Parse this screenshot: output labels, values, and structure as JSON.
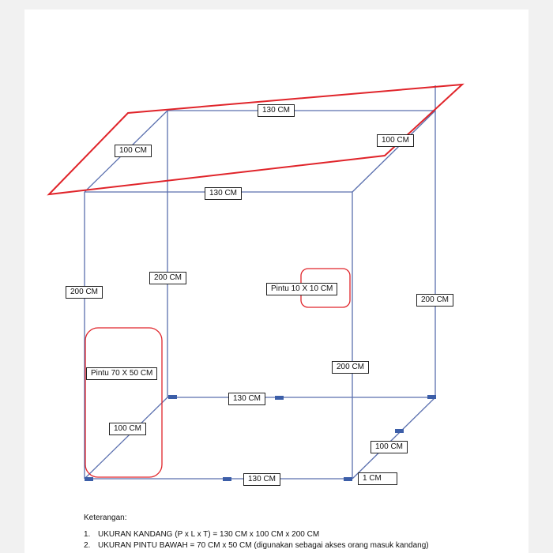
{
  "colors": {
    "frame": "#5a6fae",
    "roof": "#e0242a",
    "door": "#e0242a",
    "joint": "#3c5ea8"
  },
  "labels": {
    "roof_top": "130 CM",
    "roof_left": "100 CM",
    "roof_right": "100 CM",
    "top_front": "130 CM",
    "left_height": "200 CM",
    "back_left_height": "200 CM",
    "door_small": "Pintu 10 X 10 CM",
    "right_height": "200 CM",
    "front_right_height": "200 CM",
    "door_big": "Pintu 70 X 50 CM",
    "back_bottom": "130 CM",
    "floor_depth": "100 CM",
    "front_bottom": "130 CM",
    "side_depth": "100 CM",
    "gap": "1 CM"
  },
  "notes": {
    "title": "Keterangan:",
    "items": [
      {
        "num": "1.",
        "text": "UKURAN KANDANG (P x L x T) = 130 CM x 100 CM x 200 CM"
      },
      {
        "num": "2.",
        "text": "UKURAN PINTU BAWAH = 70 CM x 50 CM (digunakan sebagai akses orang masuk kandang)"
      }
    ]
  }
}
